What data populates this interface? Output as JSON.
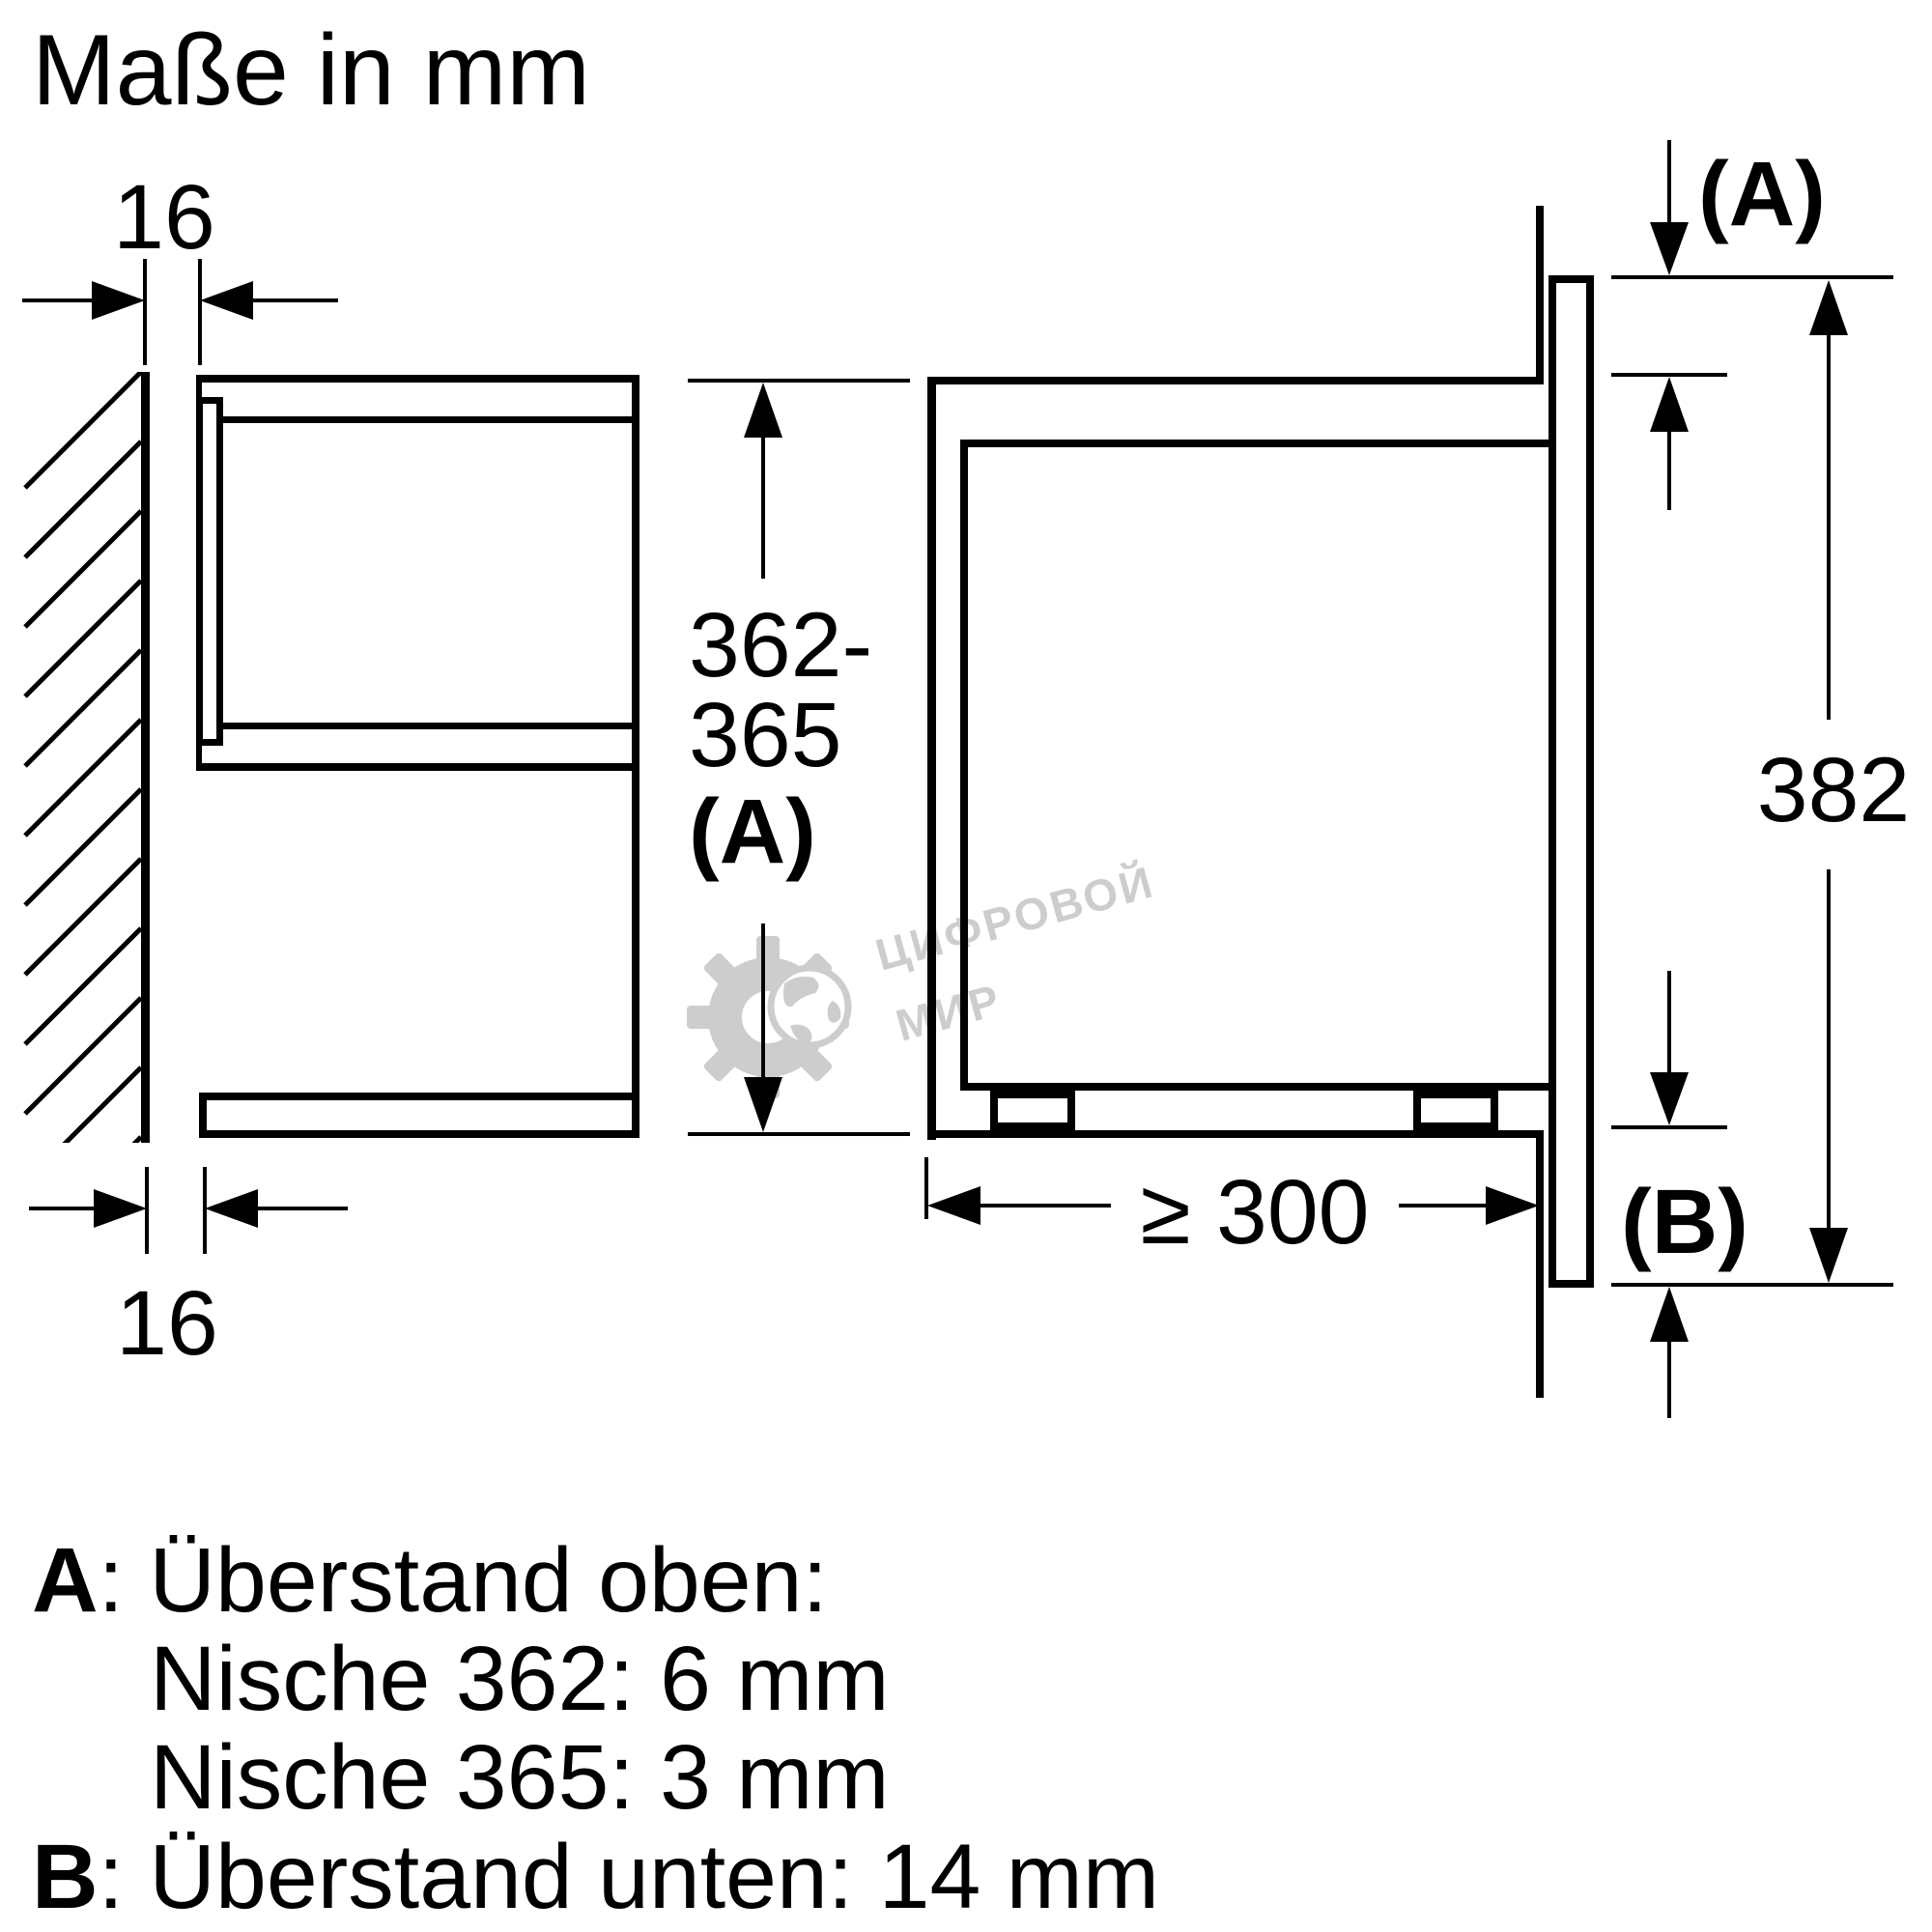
{
  "title": "Maße in mm",
  "colors": {
    "ink": "#000000",
    "paper": "#ffffff",
    "watermark": "#cdcdcd"
  },
  "left_view": {
    "top_clearance": "16",
    "bottom_clearance": "16"
  },
  "middle_dimension": {
    "line1": "362-",
    "line2": "365",
    "line3": "(A)"
  },
  "right_view": {
    "niche_depth_min": "≥ 300",
    "front_frame_height": "382",
    "overhang_top_label": "(A)",
    "overhang_bottom_label": "(B)"
  },
  "legend": {
    "a_key": "A",
    "a_rest": ": Überstand oben:",
    "a_item1": "Nische 362: 6 mm",
    "a_item2": "Nische 365: 3 mm",
    "b_key": "B",
    "b_rest": ": Überstand unten: 14 mm"
  },
  "watermark": {
    "line1": "ЦИФРОВОЙ",
    "line2": "МИР"
  }
}
